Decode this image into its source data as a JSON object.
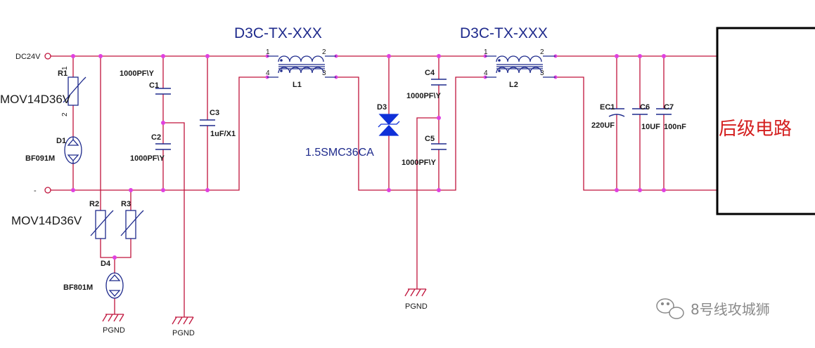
{
  "title_left": "D3C-TX-XXX",
  "title_right": "D3C-TX-XXX",
  "input_pos": "DC24V",
  "input_neg": "-",
  "r1": {
    "ref": "R1",
    "value": "MOV14D36V",
    "pin1": "1",
    "pin2": "2"
  },
  "d1": {
    "ref": "D1",
    "value": "BF091M"
  },
  "r2": {
    "ref": "R2"
  },
  "r3": {
    "ref": "R3"
  },
  "mov_bottom": "MOV14D36V",
  "d4": {
    "ref": "D4",
    "value": "BF801M"
  },
  "c1": {
    "ref": "C1",
    "value": "1000PF\\Y"
  },
  "c2": {
    "ref": "C2",
    "value": "1000PF\\Y"
  },
  "c3": {
    "ref": "C3",
    "value": "1uF/X1"
  },
  "l1": {
    "ref": "L1",
    "p1": "1",
    "p2": "2",
    "p3": "3",
    "p4": "4"
  },
  "l2": {
    "ref": "L2",
    "p1": "1",
    "p2": "2",
    "p3": "3",
    "p4": "4"
  },
  "d3": {
    "ref": "D3",
    "value": "1.5SMC36CA"
  },
  "c4": {
    "ref": "C4",
    "value": "1000PF\\Y"
  },
  "c5": {
    "ref": "C5",
    "value": "1000PF\\Y"
  },
  "ec1": {
    "ref": "EC1",
    "value": "220UF"
  },
  "c6": {
    "ref": "C6",
    "value": "10UF"
  },
  "c7": {
    "ref": "C7",
    "value": "100nF"
  },
  "block_label": "后级电路",
  "gnd": "PGND",
  "watermark": "8号线攻城狮",
  "colors": {
    "wire": "#c0143c",
    "node": "#e040e0",
    "part": "#1e2a8c",
    "diode": "#1030d8"
  }
}
